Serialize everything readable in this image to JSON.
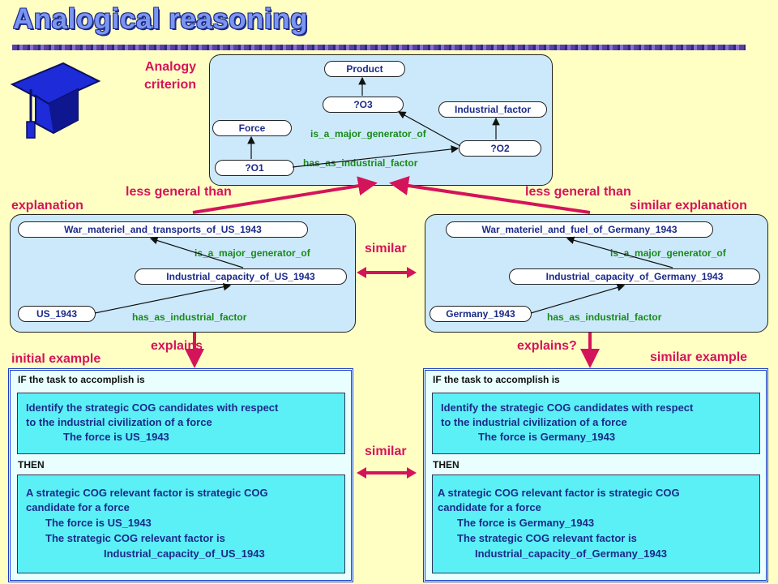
{
  "title": "Analogical reasoning",
  "analogy_criterion_label": "Analogy\ncriterion",
  "criterion": {
    "product": "Product",
    "o3": "?O3",
    "industrial_factor": "Industrial_factor",
    "force": "Force",
    "o2": "?O2",
    "o1": "?O1",
    "rel_generator": "is_a_major_generator_of",
    "rel_industrial": "has_as_industrial_factor"
  },
  "less_general_left": "less general than",
  "less_general_right": "less general than",
  "explanation_label": "explanation",
  "similar_explanation_label": "similar explanation",
  "left_explanation": {
    "top": "War_materiel_and_transports_of_US_1943",
    "rel_generator": "is_a_major_generator_of",
    "middle": "Industrial_capacity_of_US_1943",
    "bottom": "US_1943",
    "rel_industrial": "has_as_industrial_factor"
  },
  "right_explanation": {
    "top": "War_materiel_and_fuel_of_Germany_1943",
    "rel_generator": "is_a_major_generator_of",
    "middle": "Industrial_capacity_of_Germany_1943",
    "bottom": "Germany_1943",
    "rel_industrial": "has_as_industrial_factor"
  },
  "similar_top": "similar",
  "similar_bottom": "similar",
  "explains_left": "explains",
  "explains_right": "explains?",
  "initial_example_label": "initial example",
  "similar_example_label": "similar example",
  "left_example": {
    "if_label": "IF the task to accomplish is",
    "if_line1": "Identify the strategic COG candidates with respect",
    "if_line2": "to the industrial civilization of a force",
    "if_line3": "The force is US_1943",
    "then_label": "THEN",
    "then_line1": "A strategic COG relevant factor is strategic COG",
    "then_line2": "candidate for a force",
    "then_line3": "The force is US_1943",
    "then_line4": "The strategic COG relevant factor is",
    "then_line5": "Industrial_capacity_of_US_1943"
  },
  "right_example": {
    "if_label": "IF the task to accomplish is",
    "if_line1": "Identify the strategic COG candidates with respect",
    "if_line2": "to the industrial civilization of a force",
    "if_line3": "The force is Germany_1943",
    "then_label": "THEN",
    "then_line1": "A strategic COG relevant factor is strategic COG",
    "then_line2": "candidate for a force",
    "then_line3": "The force is Germany_1943",
    "then_line4": "The strategic COG relevant factor is",
    "then_line5": "Industrial_capacity_of_Germany_1943"
  },
  "colors": {
    "accent": "#d4145a",
    "node_text": "#1c2a8a",
    "relation_text": "#1a8a1a",
    "panel_bg": "#cce9fb",
    "example_border": "#1b3fc8",
    "inner_box": "#5af0f6"
  },
  "icons": {
    "logo": "graduation-cap-icon"
  }
}
